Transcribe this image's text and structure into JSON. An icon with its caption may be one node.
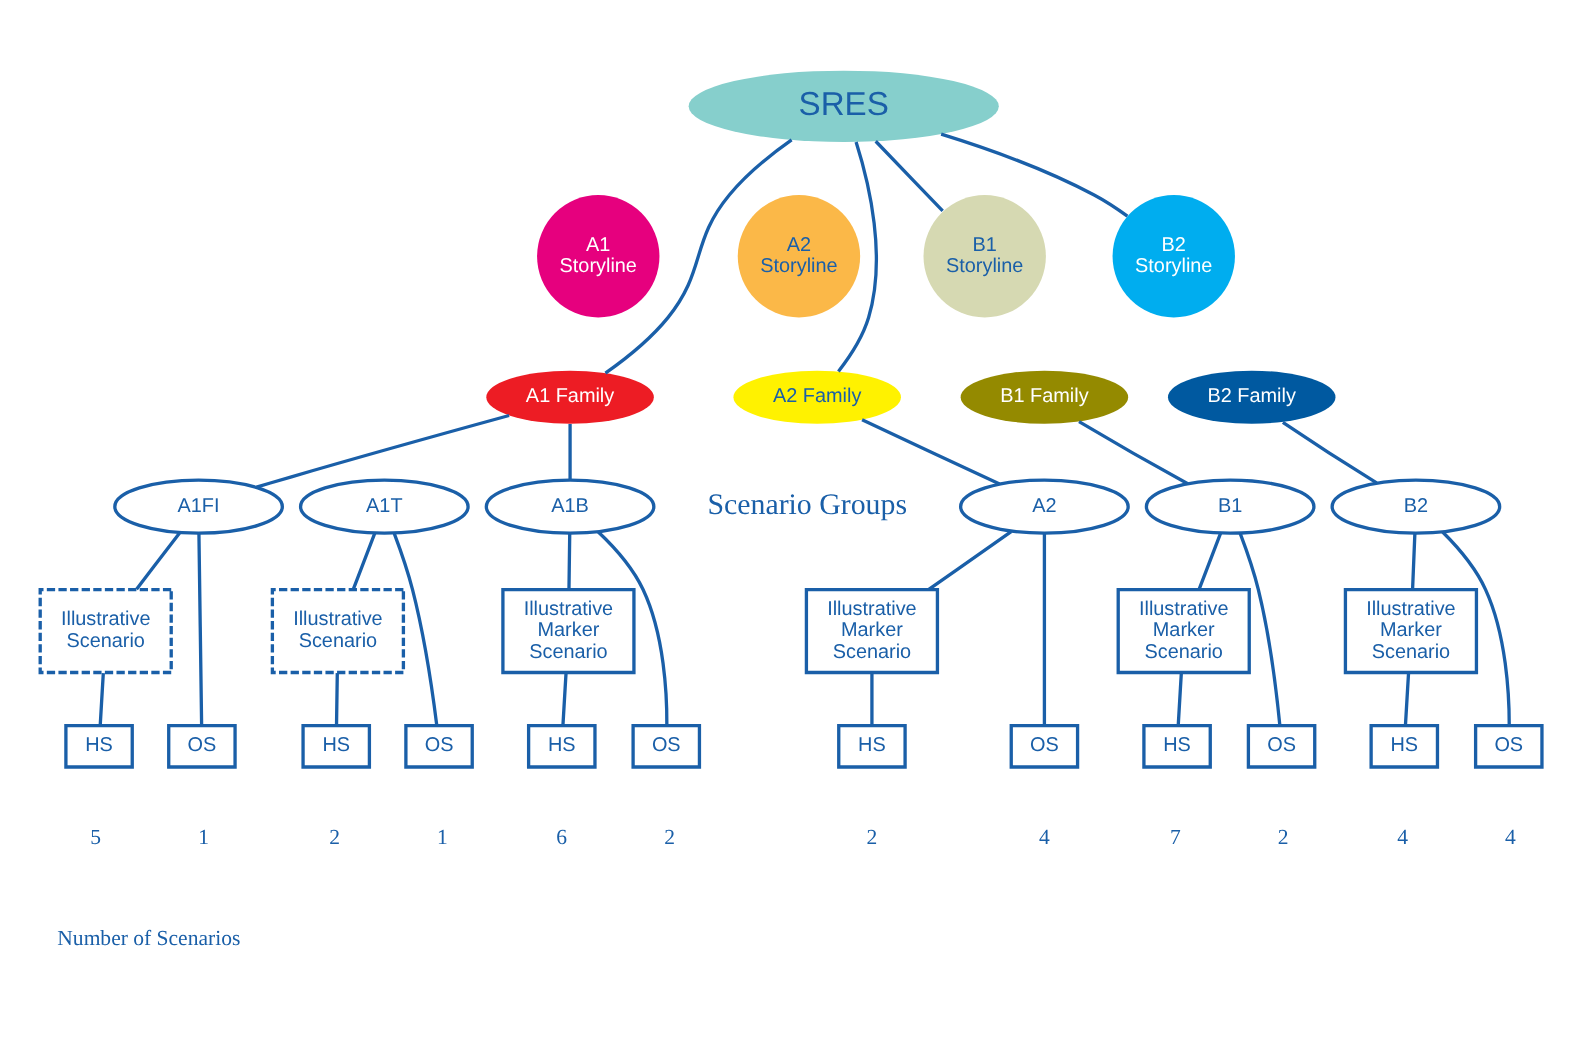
{
  "diagram": {
    "nodes": [
      {
        "text": [
          "SRES"
        ]
      },
      {
        "text": [
          "A1 Storyline"
        ]
      },
      {
        "text": [
          "A2 Storyline"
        ]
      },
      {
        "text": [
          "B1 Storyline"
        ]
      },
      {
        "text": [
          "B2 Storyline"
        ]
      },
      {
        "text": [
          "A1 Family"
        ]
      },
      {
        "text": [
          "A2 Family"
        ]
      },
      {
        "text": [
          "B1 Family"
        ]
      },
      {
        "text": [
          "B2 Family"
        ]
      },
      {
        "text": [
          "A1FI"
        ]
      },
      {
        "text": [
          "A1T"
        ]
      },
      {
        "text": [
          "A1B"
        ]
      },
      {
        "text": [
          "A2"
        ]
      },
      {
        "text": [
          "B1"
        ]
      },
      {
        "text": [
          "B2"
        ]
      },
      {
        "text": [
          "Illustrative Scenario"
        ]
      },
      {
        "text": [
          "Illustrative Scenario"
        ]
      },
      {
        "text": [
          "Illustrative Marker Scenario"
        ]
      },
      {
        "text": [
          "Illustrative Marker Scenario"
        ]
      },
      {
        "text": [
          "Illustrative Marker Scenario"
        ]
      },
      {
        "text": [
          "Illustrative Marker Scenario"
        ]
      },
      {
        "text": [
          "OS"
        ],
        "beside": [
          "1"
        ]
      },
      {
        "text": [
          "HS"
        ],
        "beside": [
          "5"
        ]
      },
      {
        "text": [
          "OS"
        ],
        "beside": [
          "1"
        ]
      },
      {
        "text": [
          "HS"
        ],
        "beside": [
          "2"
        ]
      },
      {
        "text": [
          "OS"
        ],
        "beside": [
          "2"
        ]
      },
      {
        "text": [
          "HS"
        ],
        "beside": [
          "6"
        ]
      },
      {
        "text": [
          "OS"
        ],
        "beside": [
          "4"
        ]
      },
      {
        "text": [
          "HS"
        ],
        "beside": [
          "2"
        ]
      },
      {
        "text": [
          "OS"
        ],
        "beside": [
          "2"
        ]
      },
      {
        "text": [
          "HS"
        ],
        "beside": [
          "7"
        ]
      },
      {
        "text": [
          "OS"
        ],
        "beside": [
          "4"
        ]
      },
      {
        "text": [
          "HS"
        ],
        "beside": [
          "4"
        ]
      }
    ],
    "edges": [
      {
        "from": 0,
        "to": 5,
        "arrow": "none"
      },
      {
        "from": 0,
        "to": 6,
        "arrow": "none"
      },
      {
        "from": 0,
        "to": 3,
        "arrow": "none"
      },
      {
        "from": 0,
        "to": 4,
        "arrow": "none"
      },
      {
        "from": 5,
        "to": 9,
        "arrow": "none"
      },
      {
        "from": 5,
        "to": 11,
        "arrow": "none"
      },
      {
        "from": 6,
        "to": 12,
        "arrow": "none"
      },
      {
        "from": 7,
        "to": 13,
        "arrow": "none"
      },
      {
        "from": 8,
        "to": 14,
        "arrow": "none"
      },
      {
        "from": 9,
        "to": 21,
        "arrow": "none"
      },
      {
        "from": 9,
        "to": 15,
        "arrow": "none"
      },
      {
        "from": 15,
        "to": 22,
        "arrow": "none"
      },
      {
        "from": 10,
        "to": 23,
        "arrow": "none"
      },
      {
        "from": 10,
        "to": 16,
        "arrow": "none"
      },
      {
        "from": 16,
        "to": 24,
        "arrow": "none"
      },
      {
        "from": 11,
        "to": 25,
        "arrow": "none"
      },
      {
        "from": 11,
        "to": 17,
        "arrow": "none"
      },
      {
        "from": 17,
        "to": 26,
        "arrow": "none"
      },
      {
        "from": 12,
        "to": 27,
        "arrow": "none"
      },
      {
        "from": 12,
        "to": 18,
        "arrow": "none"
      },
      {
        "from": 18,
        "to": 28,
        "arrow": "none"
      },
      {
        "from": 13,
        "to": 29,
        "arrow": "none"
      },
      {
        "from": 13,
        "to": 19,
        "arrow": "none"
      },
      {
        "from": 19,
        "to": 30,
        "arrow": "none"
      },
      {
        "from": 14,
        "to": 31,
        "arrow": "none"
      },
      {
        "from": 14,
        "to": 20,
        "arrow": "none"
      },
      {
        "from": 20,
        "to": 32,
        "arrow": "none"
      }
    ],
    "labels": [
      "Scenario Groups",
      "Number of Scenarios"
    ]
  }
}
